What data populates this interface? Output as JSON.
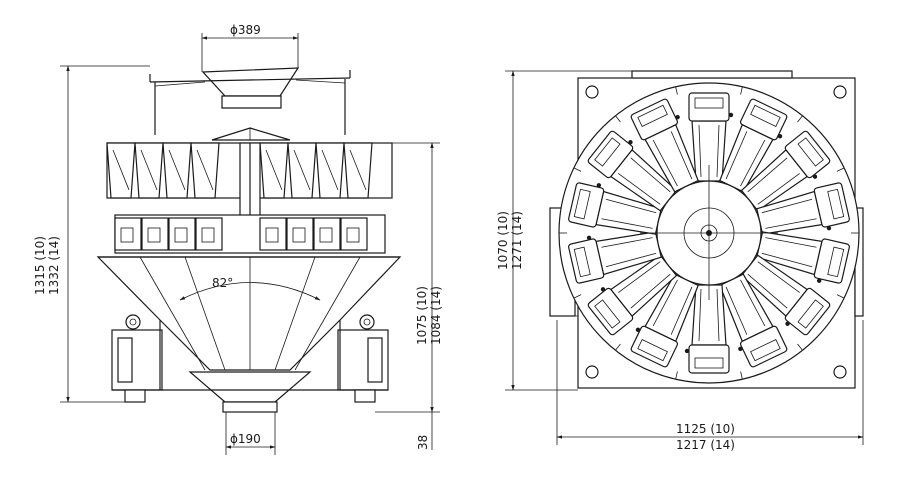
{
  "front_view": {
    "top_hopper_diameter": "ϕ389",
    "discharge_diameter": "ϕ190",
    "angle": "82°",
    "left_height_line1": "1315 (10)",
    "left_height_line2": "1332 (14)",
    "right_height_line1": "1075 (10)",
    "right_height_line2": "1084 (14)",
    "bottom_offset": "38"
  },
  "top_view": {
    "height_line1": "1070 (10)",
    "height_line2": "1271 (14)",
    "width_line1": "1125 (10)",
    "width_line2": "1217 (14)",
    "bucket_count": 14
  }
}
